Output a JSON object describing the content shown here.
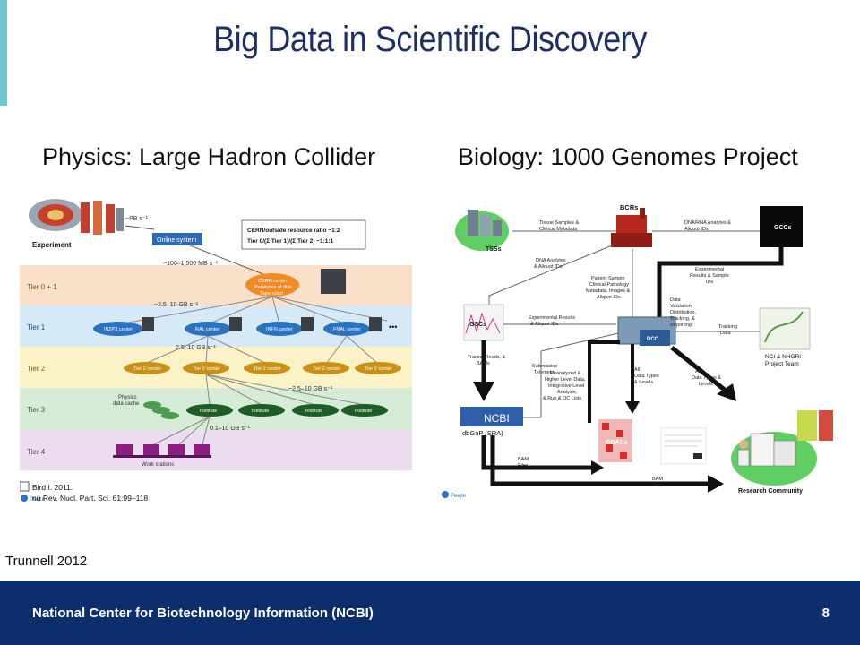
{
  "slide": {
    "title": "Big Data in Scientific Discovery",
    "left_heading": "Physics:  Large Hadron Collider",
    "right_heading": "Biology:  1000 Genomes Project",
    "citation": "Trunnell 2012",
    "footer_text": "National Center for Biotechnology Information (NCBI)",
    "page_number": "8"
  },
  "lhc": {
    "tiers": [
      "Tier 0 + 1",
      "Tier 1",
      "Tier 2",
      "Tier 3",
      "Tier 4"
    ],
    "experiment": "Experiment",
    "pb_rate": "~PB s⁻¹",
    "online_system": "Online system",
    "ratio_title": "CERN/outside resource ratio  ~1:2",
    "ratio_line": "Tier 0/(Σ Tier 1)/(Σ Tier 2)       ~1:1:1",
    "rate_1": "~100–1,500 MB s⁻¹",
    "cern_center": [
      "CERN center",
      "Petabytes of disk",
      "Tape robot"
    ],
    "rate_2": "~2.5–10 GB s⁻¹",
    "tier1_centers": [
      "IN2P3 center",
      "RAL center",
      "INFN center",
      "FNAL center"
    ],
    "ellipsis": "•••",
    "rate_3": "2.5–10 GB s⁻¹",
    "tier2_center": "Tier 2 center",
    "physics_cache": [
      "Physics",
      "data cache"
    ],
    "rate_4": "~2.5–10 GB s⁻¹",
    "institute": "Institute",
    "rate_5": "0.1–10 GB s⁻¹",
    "work_stations": "Work stations",
    "source_1": "Bird I. 2011.",
    "source_2": "nu Rev. Nucl. Part. Sci. 61:99–118",
    "peeze": "Peeze"
  },
  "genomes": {
    "tss": "TSSs",
    "bcr": "BCRs",
    "gcc": "GCCs",
    "gsc": "GSCs",
    "dcc": "DCC",
    "ncbi": "NCBI",
    "dbgap": "dbGaP (SRA)",
    "gdac": "GDACs",
    "nci": [
      "NCI & NHGRI",
      "Project Team"
    ],
    "research": "Research Community",
    "peeze": "Peeze",
    "labels": {
      "tissue": [
        "Tissue Samples &",
        "Clinical Metadata"
      ],
      "dna_rna": [
        "DNA/RNA Analytes &",
        "Aliquot IDs"
      ],
      "dna_analytes": [
        "DNA Analytes",
        "& Aliquot IDs"
      ],
      "experimental": [
        "Experimental",
        "Results & Sample",
        "IDs"
      ],
      "patient": [
        "Patient-Sample",
        "Clinical-Pathology",
        "Metadata, Images &",
        "Aliquot IDs"
      ],
      "data_validation": [
        "Data",
        "Validation,",
        "Distribution,",
        "Tracking, &",
        "Reporting"
      ],
      "exp_results": [
        "Experimental Results",
        "& Aliquot IDs"
      ],
      "tracking": [
        "Tracking",
        "Data"
      ],
      "traces": [
        "Traces, Reads, &",
        "BAMs"
      ],
      "submission": [
        "Submission",
        "Telemetry"
      ],
      "reanalyzed": [
        "Reanalyzed &",
        "Higher Level Data,",
        "Integrative Level",
        "Analysis,",
        "& Run & QC Lists"
      ],
      "all_data_1": [
        "All",
        "Data Types",
        "& Levels"
      ],
      "all_data_2": [
        "All",
        "Data Types &",
        "Levels"
      ],
      "bam_1": [
        "BAM",
        "Files"
      ],
      "bam_2": [
        "BAM",
        "Files"
      ]
    }
  }
}
